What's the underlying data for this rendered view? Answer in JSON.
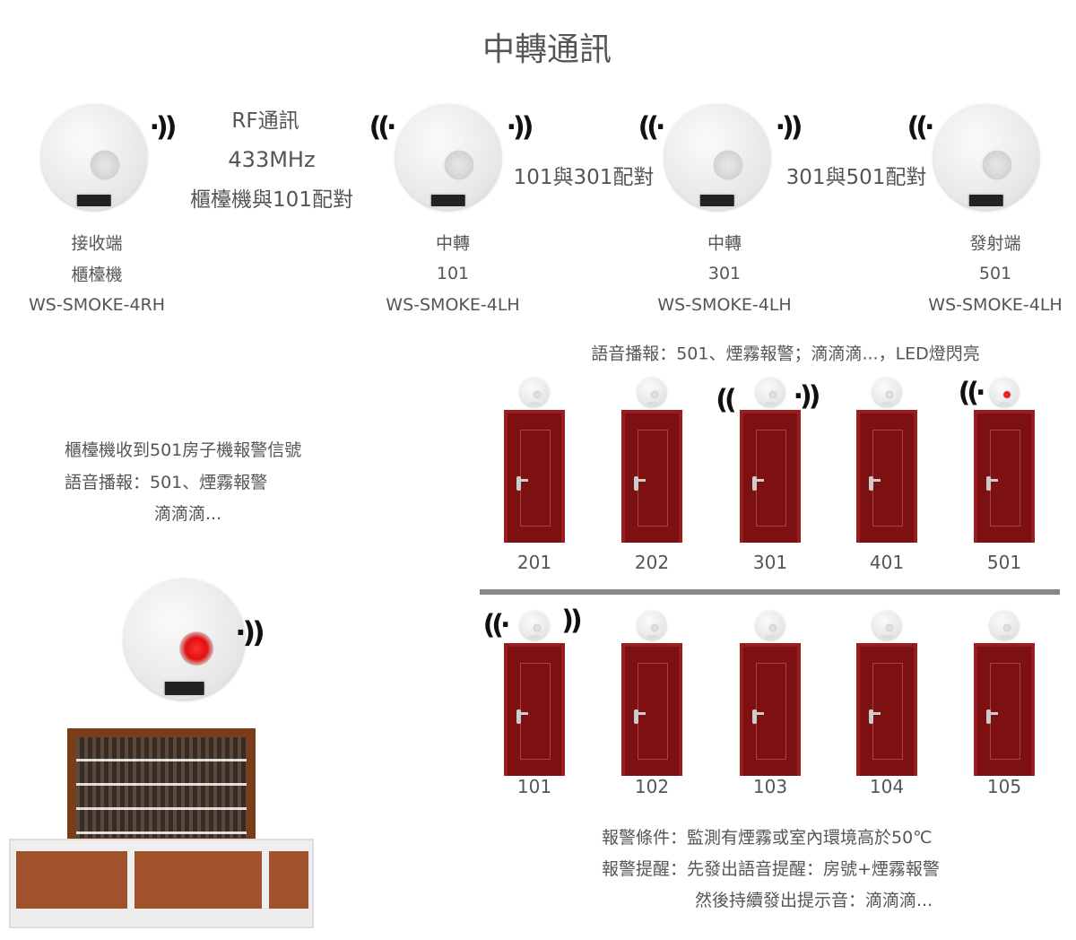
{
  "title": "中轉通訊",
  "rf": {
    "line1": "RF通訊",
    "line2": "433MHz",
    "line3": "櫃檯機與101配對"
  },
  "pairs": [
    "101與301配對",
    "301與501配對"
  ],
  "devices": [
    {
      "role": "接收端",
      "name": "櫃檯機",
      "model": "WS-SMOKE-4RH"
    },
    {
      "role": "中轉",
      "name": "101",
      "model": "WS-SMOKE-4LH"
    },
    {
      "role": "中轉",
      "name": "301",
      "model": "WS-SMOKE-4LH"
    },
    {
      "role": "發射端",
      "name": "501",
      "model": "WS-SMOKE-4LH"
    }
  ],
  "broadcast": "語音播報：501、煙霧報警；滴滴滴...，LED燈閃亮",
  "counter_text": [
    "櫃檯機收到501房子機報警信號",
    "語音播報：501、煙霧報警",
    "滴滴滴..."
  ],
  "rooms_upper": [
    "201",
    "202",
    "301",
    "401",
    "501"
  ],
  "rooms_lower": [
    "101",
    "102",
    "103",
    "104",
    "105"
  ],
  "alarm": {
    "condition": "報警條件：監測有煙霧或室內環境高於50℃",
    "reminder": "報警提醒：先發出語音提醒：房號+煙霧報警",
    "followup": "然後持續發出提示音：滴滴滴..."
  },
  "colors": {
    "door": "#7d1010",
    "alarm_led": "#e01010",
    "divider": "#888888"
  }
}
